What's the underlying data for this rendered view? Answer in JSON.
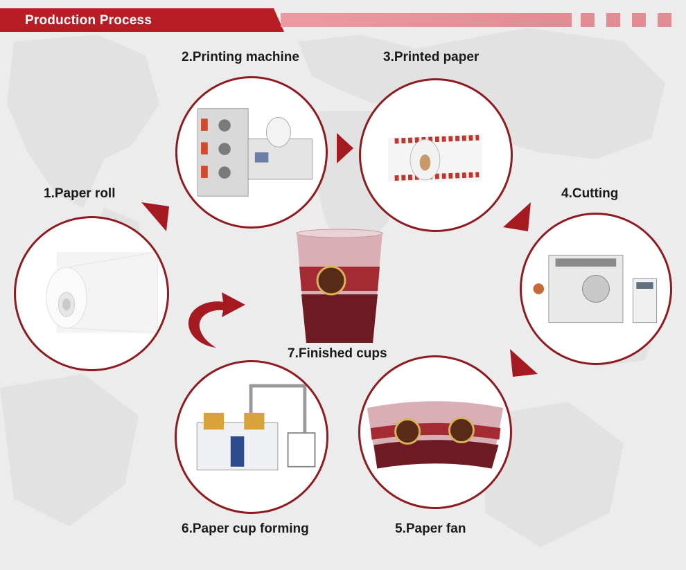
{
  "header": {
    "title": "Production Process"
  },
  "colors": {
    "accent": "#b81c25",
    "ring": "#8e1b20",
    "arrow": "#a51a21",
    "stripe": "#e48c94"
  },
  "steps": {
    "paper_roll": "1.Paper roll",
    "printing_machine": "2.Printing machine",
    "printed_paper": "3.Printed paper",
    "cutting": "4.Cutting",
    "paper_fan": "5.Paper fan",
    "cup_forming": "6.Paper cup forming",
    "finished_cups": "7.Finished cups"
  }
}
